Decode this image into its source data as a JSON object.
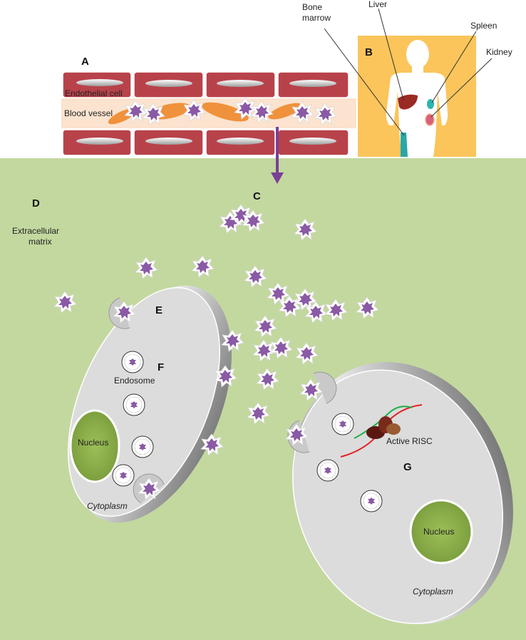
{
  "panels": {
    "a": "A",
    "b": "B",
    "c": "C",
    "d": "D",
    "e": "E",
    "f": "F",
    "g": "G"
  },
  "vessel": {
    "endothelial_label": "Endothelial cell",
    "blood_label": "Blood vessel"
  },
  "body_organs": {
    "bone_marrow_line1": "Bone",
    "bone_marrow_line2": "marrow",
    "liver": "Liver",
    "spleen": "Spleen",
    "kidney": "Kidney"
  },
  "extracellular": {
    "line1": "Extracellular",
    "line2": "matrix"
  },
  "cell_left": {
    "endosome_label": "Endosome",
    "nucleus_label": "Nucleus",
    "cytoplasm_label": "Cytoplasm"
  },
  "cell_right": {
    "risc_label": "Active RISC",
    "nucleus_label": "Nucleus",
    "cytoplasm_label": "Cytoplasm"
  },
  "colors": {
    "matrix_bg": "#c3d89f",
    "endothelial": "#b8424a",
    "blood": "#fbe3cf",
    "rbc": "#f0923c",
    "nanoparticle": "#8a5aa5",
    "body_panel": "#fbc55b",
    "nucleus": "#8db04b",
    "arrow": "#7a3f96"
  }
}
